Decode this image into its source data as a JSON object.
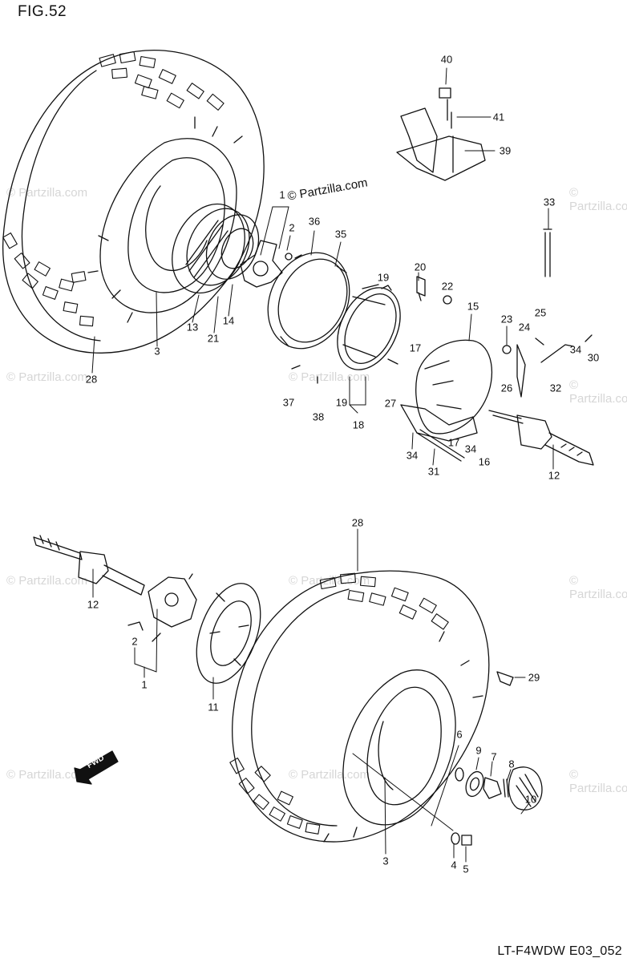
{
  "figure_label": "FIG.52",
  "diagram_code": "LT-F4WDW E03_052",
  "watermark_main": "© Partzilla.com",
  "watermark_faint": "© Partzilla.com",
  "direction_marker": "FWD",
  "callouts": [
    "40",
    "41",
    "39",
    "1",
    "36",
    "35",
    "2",
    "33",
    "20",
    "22",
    "15",
    "19",
    "25",
    "23",
    "24",
    "30",
    "34",
    "17",
    "26",
    "32",
    "13",
    "14",
    "21",
    "3",
    "28",
    "37",
    "38",
    "19",
    "18",
    "27",
    "17",
    "34",
    "16",
    "34",
    "31",
    "12",
    "28",
    "12",
    "2",
    "1",
    "11",
    "29",
    "6",
    "9",
    "7",
    "8",
    "10",
    "4",
    "5",
    "3"
  ]
}
